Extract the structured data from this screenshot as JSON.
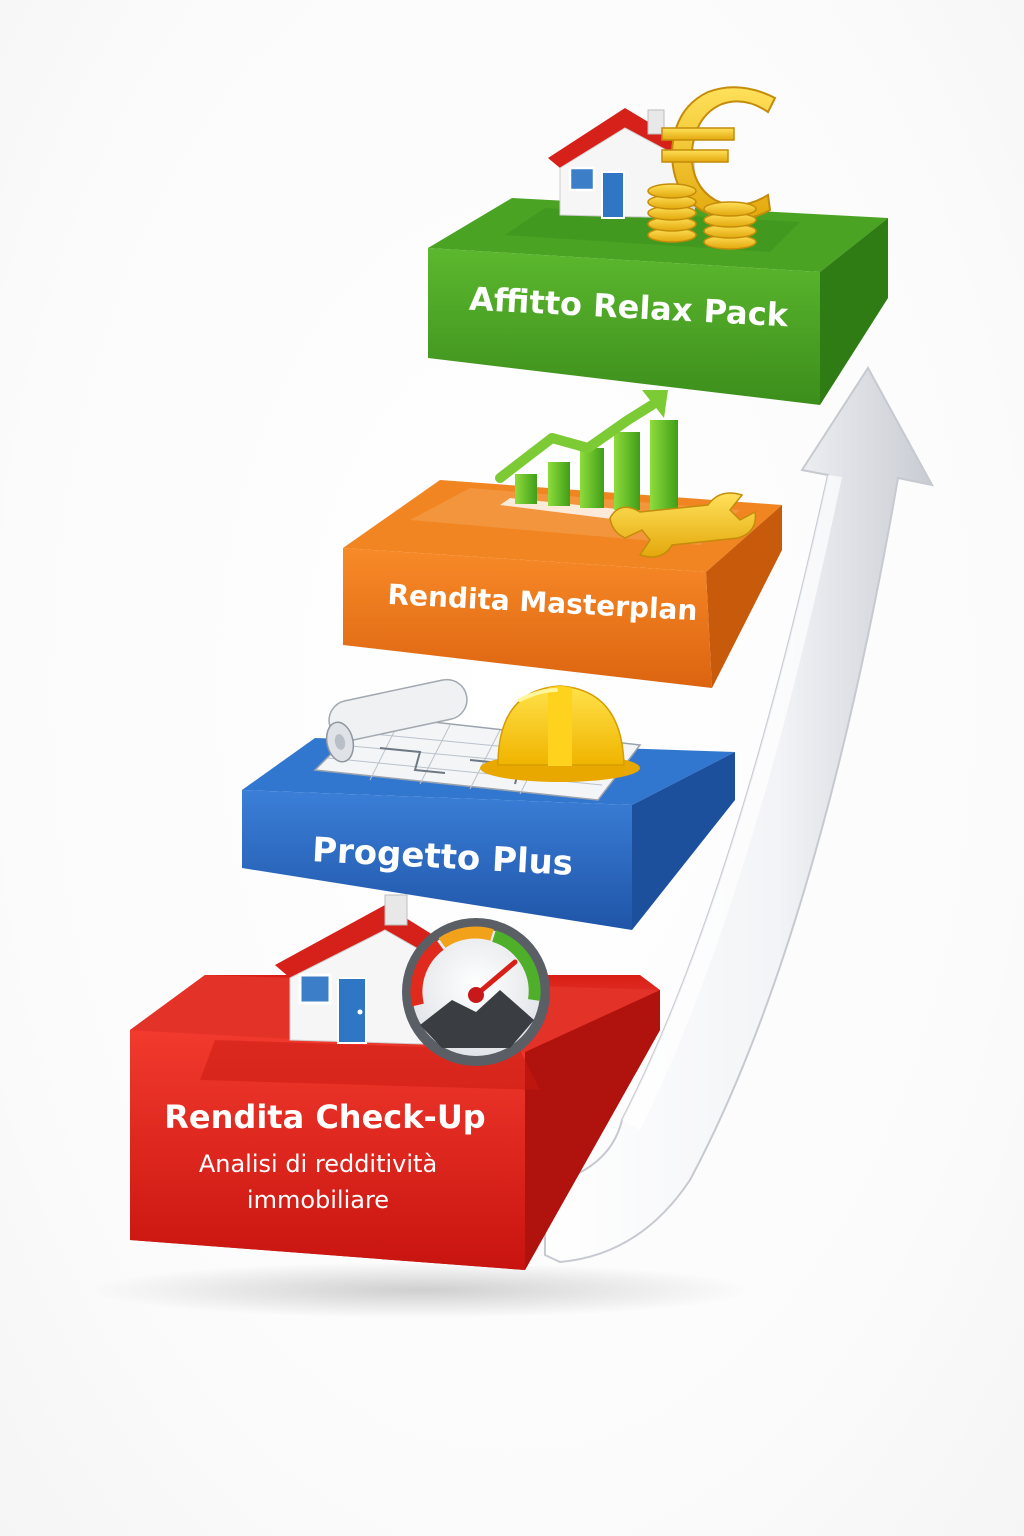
{
  "steps": [
    {
      "id": "rendita-check-up",
      "title": "Rendita Check-Up",
      "subtitle_line1": "Analisi di redditività",
      "subtitle_line2": "immobiliare",
      "color": "#e8251d",
      "icons": [
        "house-icon",
        "speedometer-gauge-icon"
      ]
    },
    {
      "id": "progetto-plus",
      "title": "Progetto Plus",
      "color": "#2f6fc8",
      "icons": [
        "blueprint-icon",
        "hard-hat-icon"
      ]
    },
    {
      "id": "rendita-masterplan",
      "title": "Rendita Masterplan",
      "color": "#f07a1a",
      "icons": [
        "growth-bar-chart-icon",
        "wrench-icon"
      ]
    },
    {
      "id": "affitto-relax-pack",
      "title": "Affitto Relax Pack",
      "color": "#4fa524",
      "icons": [
        "house-icon",
        "euro-icon",
        "coin-stack-icon"
      ]
    }
  ],
  "arrow": {
    "direction": "up",
    "color": "#ffffff"
  }
}
